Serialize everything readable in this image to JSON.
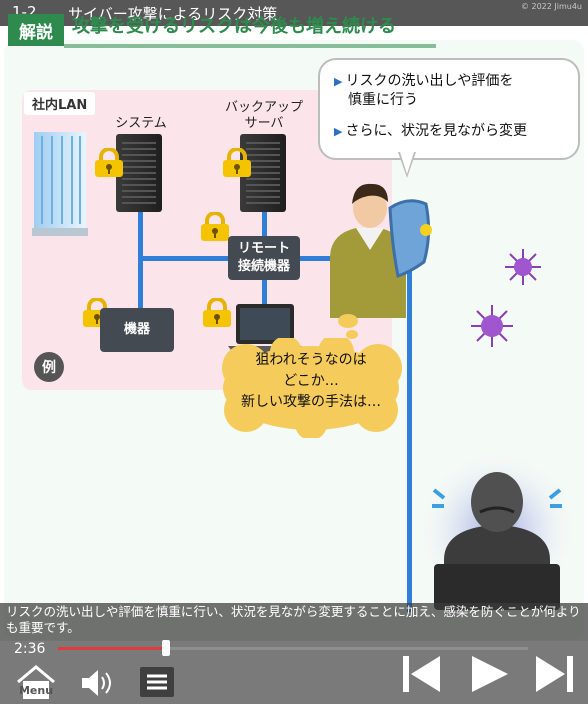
{
  "header": {
    "lesson_number": "1-2",
    "lesson_title": "サイバー攻撃によるリスク対策",
    "copyright": "© 2022 Jimu4u",
    "badge": "解説",
    "subtitle": "攻撃を受けるリスクは今後も増え続ける"
  },
  "diagram": {
    "lan_label": "社内LAN",
    "system_label": "システム",
    "backup_label_line1": "バックアップ",
    "backup_label_line2": "サーバ",
    "remote_line1": "リモート",
    "remote_line2": "接続機器",
    "device_label": "機器",
    "example_label": "例"
  },
  "speech_bubble": {
    "items": [
      {
        "line1": "リスクの洗い出しや評価を",
        "line2": "慎重に行う"
      },
      {
        "line1": "さらに、状況を見ながら変更",
        "line2": ""
      }
    ]
  },
  "thought_bubble": {
    "line1": "狙われそうなのは",
    "line2": "どこか…",
    "line3": "新しい攻撃の手法は…"
  },
  "caption": "リスクの洗い出しや評価を慎重に行い、状況を見ながら変更することに加え、感染を防ぐことが何よりも重要です。",
  "player": {
    "current_time": "2:36",
    "progress": 0.23,
    "menu_label": "Menu",
    "colors": {
      "progress": "#e23b3b",
      "accent": "#2f8a4d",
      "network_line": "#2f7fd8"
    }
  }
}
